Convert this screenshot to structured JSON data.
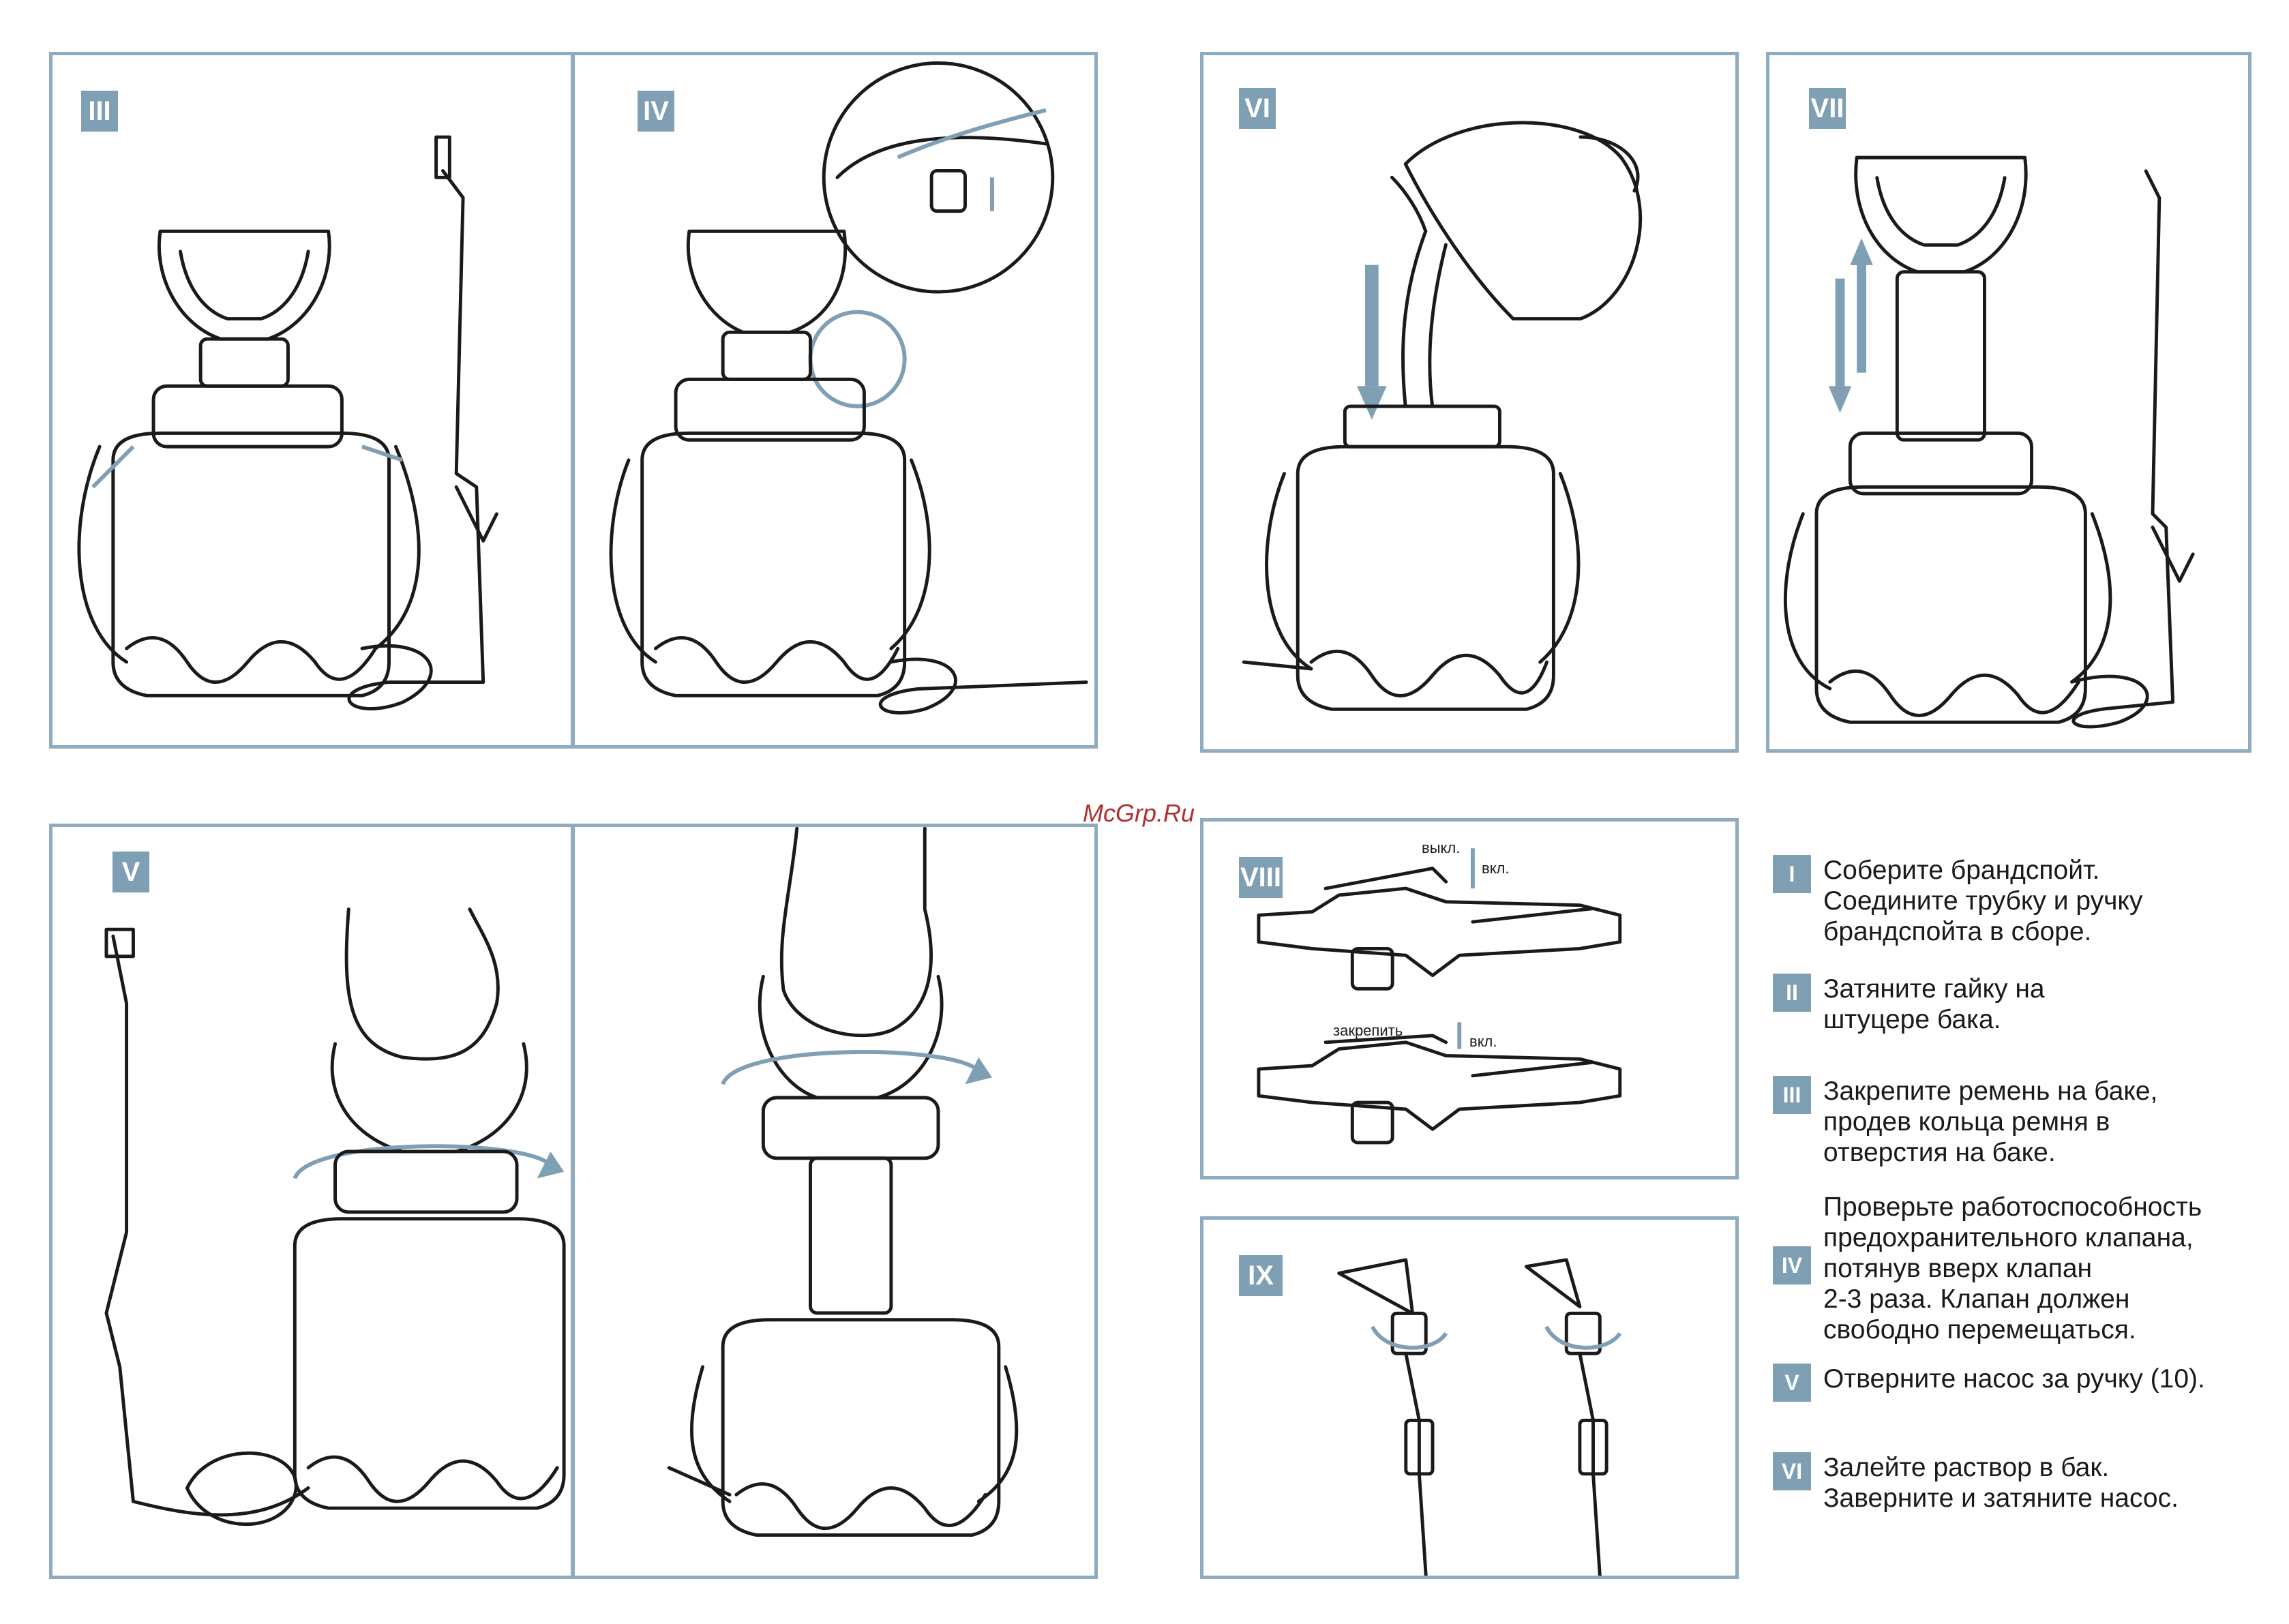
{
  "watermark": "McGrp.Ru",
  "panels": {
    "p3": {
      "label": "III"
    },
    "p4": {
      "label": "IV"
    },
    "p6": {
      "label": "VI"
    },
    "p7": {
      "label": "VII"
    },
    "p5": {
      "label": "V"
    },
    "p8": {
      "label": "VIII",
      "off_label": "выкл.",
      "on_label_1": "вкл.",
      "lock_label": "закрепить",
      "on_label_2": "вкл."
    },
    "p9": {
      "label": "IX"
    }
  },
  "legend": [
    {
      "num": "I",
      "text": "Соберите брандспойт.\nСоедините трубку и ручку\nбрандспойта в сборе."
    },
    {
      "num": "II",
      "text": "Затяните гайку на\nштуцере бака."
    },
    {
      "num": "III",
      "text": "Закрепите ремень        на баке,\nпродев кольца ремня в\nотверстия на баке."
    },
    {
      "num": "IV",
      "text": "Проверьте работоспособность\nпредохранительного клапана,\nпотянув вверх клапан\n2-3 раза. Клапан должен\nсвободно перемещаться."
    },
    {
      "num": "V",
      "text": "Отверните насос  за ручку (10)."
    },
    {
      "num": "VI",
      "text": "Залейте раствор в бак.\nЗаверните и затяните насос."
    }
  ],
  "colors": {
    "accent": "#7f9fb5",
    "border": "#8fabbf"
  }
}
